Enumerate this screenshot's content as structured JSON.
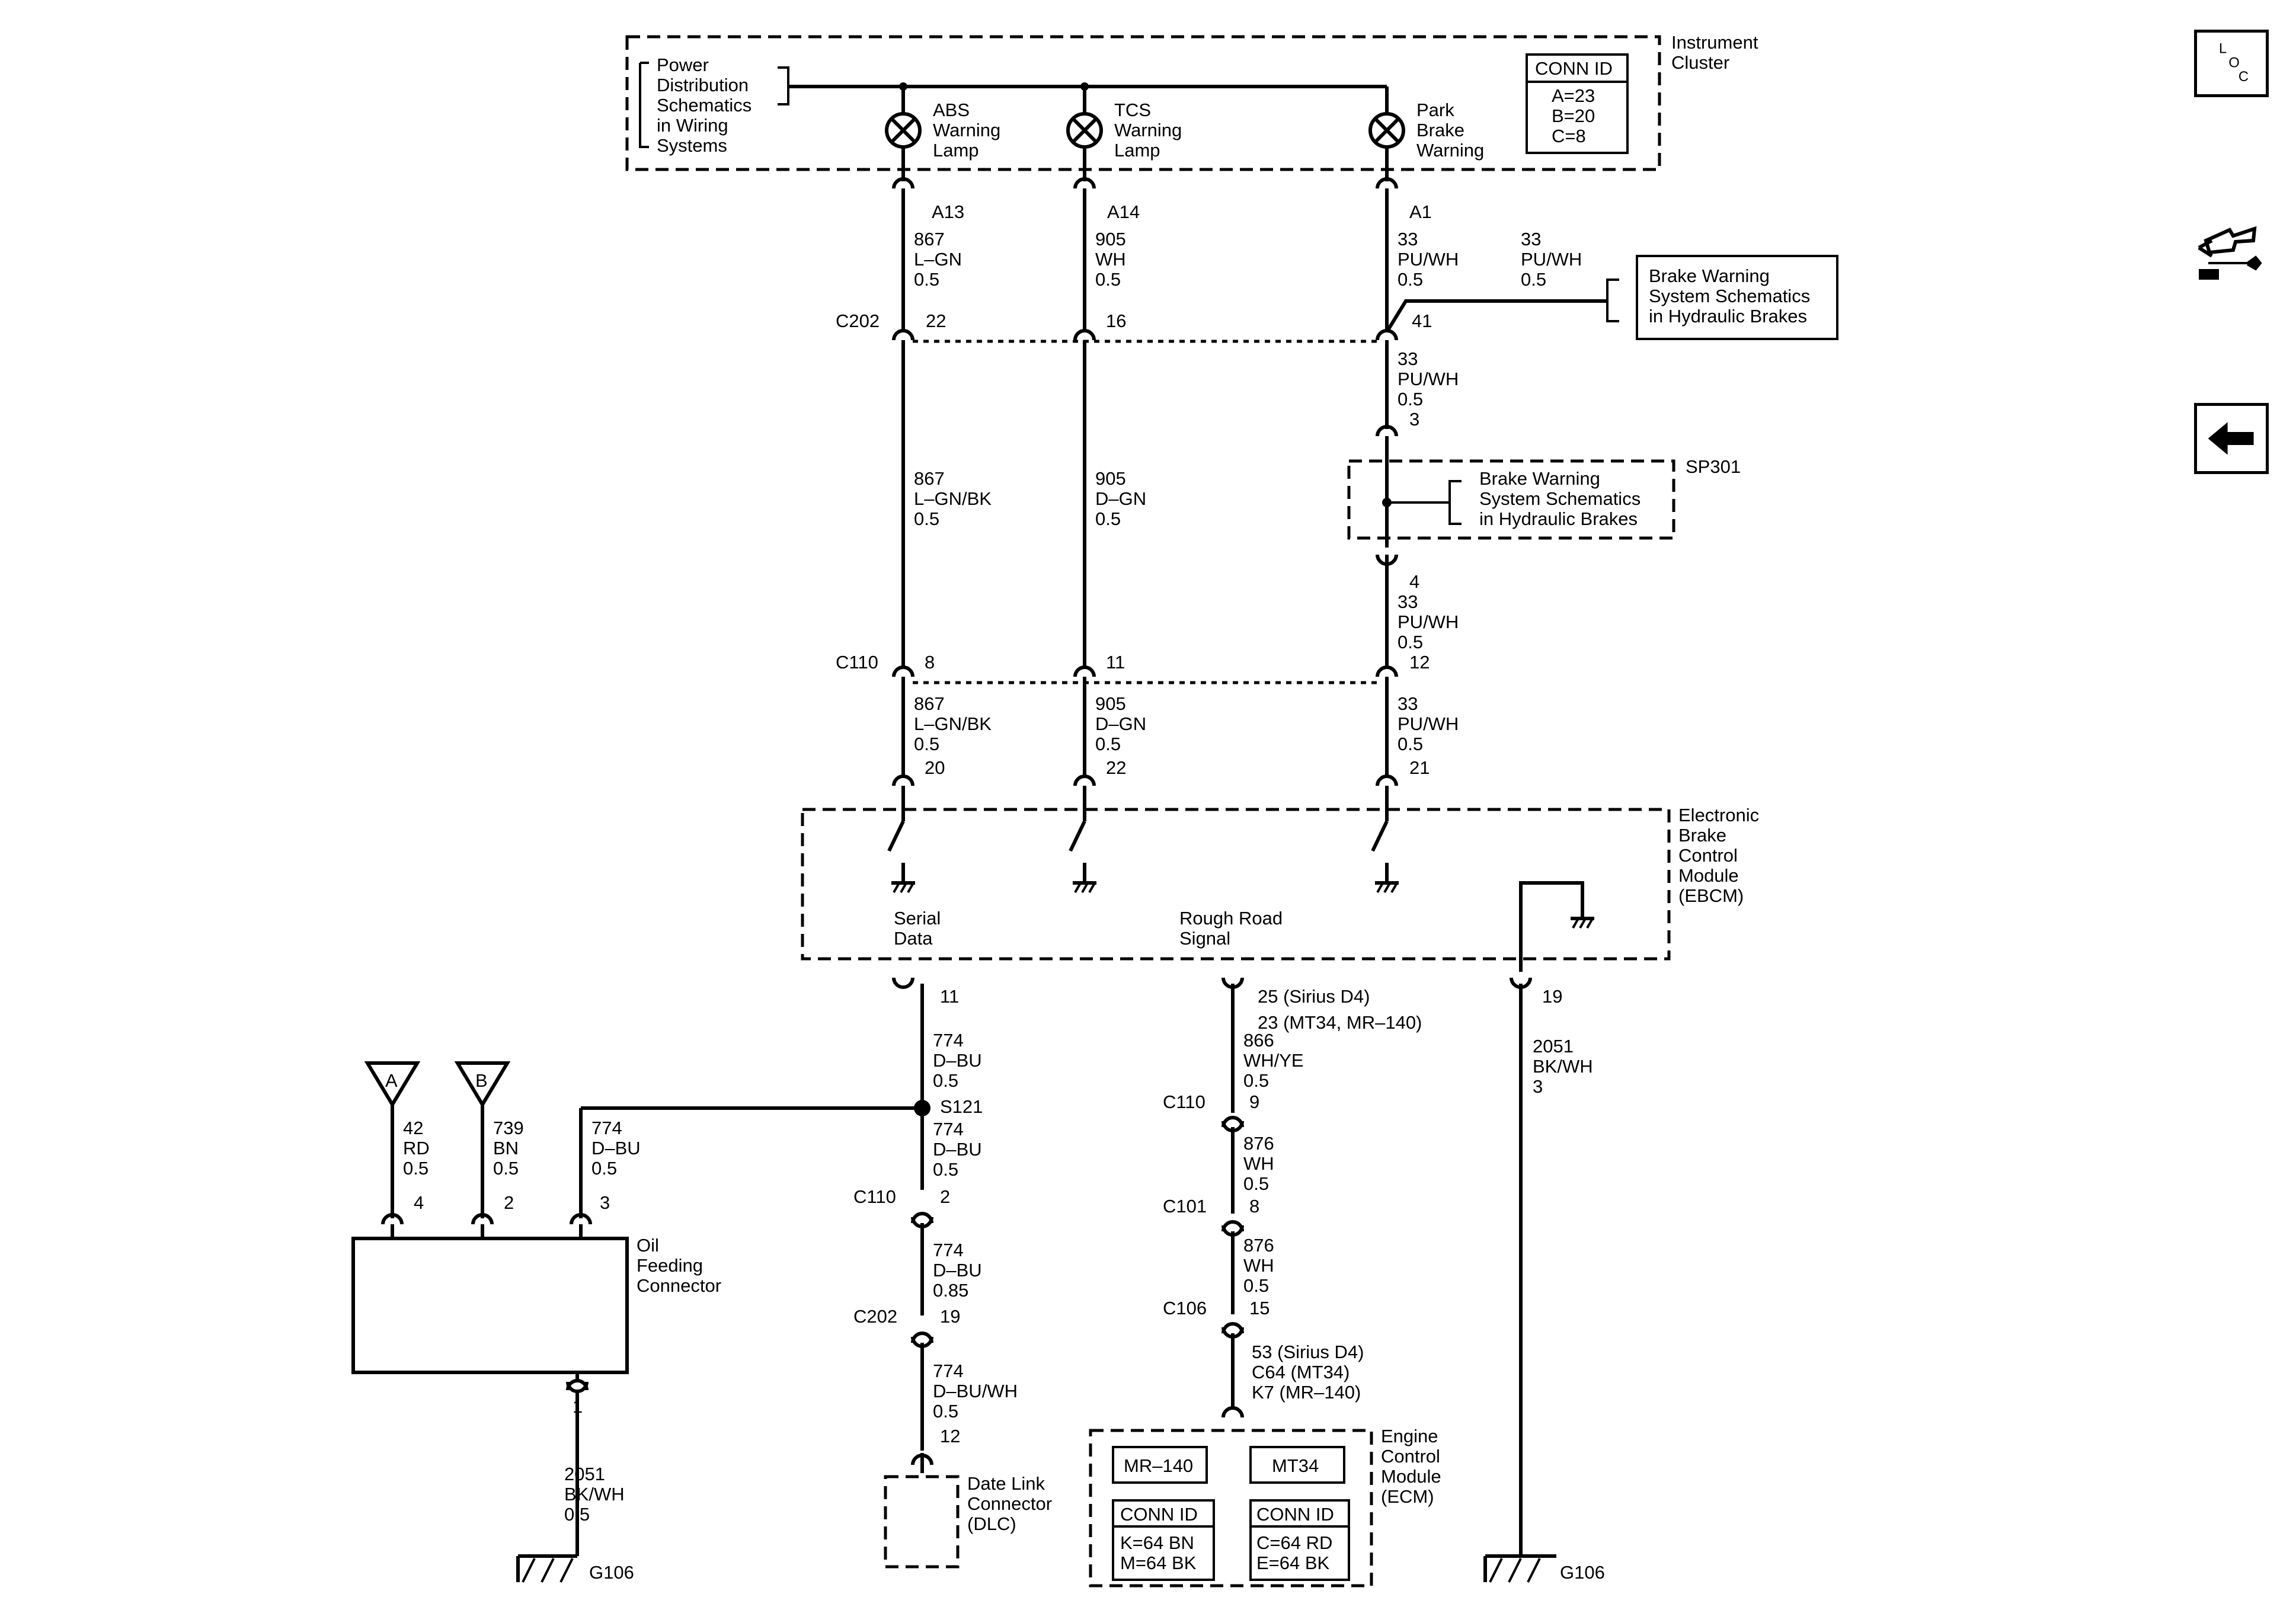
{
  "modules": {
    "instrument_cluster": "Instrument Cluster",
    "ebcm": "Electronic Brake Control Module (EBCM)",
    "ecm": "Engine Control Module (ECM)",
    "oil_feeding": "Oil Feeding Connector",
    "dlc": "Date Link Connector (DLC)",
    "sp301": "SP301"
  },
  "cluster": {
    "power_ref": "Power Distribution Schematics in Wiring Systems",
    "conn_id_title": "CONN ID",
    "conn_id_values": [
      "A=23",
      "B=20",
      "C=8"
    ],
    "lamps": [
      "ABS Warning Lamp",
      "TCS Warning Lamp",
      "Park Brake Warning"
    ]
  },
  "references": {
    "brake_warning_1": "Brake Warning System Schematics in Hydraulic Brakes",
    "brake_warning_2": "Brake Warning System Schematics in Hydraulic Brakes"
  },
  "connectors": [
    "C202",
    "C110",
    "C101",
    "C106",
    "S121",
    "G106"
  ],
  "circuits": {
    "abs_top": {
      "pin": "A13",
      "wire": [
        "867",
        "L–GN",
        "0.5"
      ]
    },
    "tcs_top": {
      "pin": "A14",
      "wire": [
        "905",
        "WH",
        "0.5"
      ]
    },
    "park_top": {
      "pin": "A1",
      "wire": [
        "33",
        "PU/WH",
        "0.5"
      ]
    },
    "park_branch": [
      "33",
      "PU/WH",
      "0.5"
    ],
    "c202_pins": [
      "22",
      "16",
      "41"
    ],
    "abs_mid": [
      "867",
      "L–GN/BK",
      "0.5"
    ],
    "tcs_mid": [
      "905",
      "D–GN",
      "0.5"
    ],
    "park_mid1": [
      "33",
      "PU/WH",
      "0.5"
    ],
    "sp301_pins": [
      "3",
      "4"
    ],
    "park_mid2": [
      "33",
      "PU/WH",
      "0.5"
    ],
    "c110_pins": [
      "8",
      "11",
      "12"
    ],
    "abs_low": [
      "867",
      "L–GN/BK",
      "0.5"
    ],
    "tcs_low": [
      "905",
      "D–GN",
      "0.5"
    ],
    "park_low": [
      "33",
      "PU/WH",
      "0.5"
    ],
    "ebcm_pins_top": [
      "20",
      "22",
      "21"
    ],
    "ebcm_labels": [
      "Serial Data",
      "Rough Road Signal"
    ],
    "ebcm_pins_bottom": [
      "11",
      "19"
    ],
    "rough_pin_a": "25 (Sirius D4)",
    "rough_pin_b": "23 (MT34, MR–140)",
    "serial_1": [
      "774",
      "D–BU",
      "0.5"
    ],
    "serial_2": [
      "774",
      "D–BU",
      "0.5"
    ],
    "serial_3": [
      "774",
      "D–BU",
      "0.85"
    ],
    "serial_4": [
      "774",
      "D–BU/WH",
      "0.5"
    ],
    "serial_pins": [
      "2",
      "19",
      "12"
    ],
    "branch_774": [
      "774",
      "D–BU",
      "0.5"
    ],
    "rough_1": [
      "866",
      "WH/YE",
      "0.5"
    ],
    "rough_pins": [
      "9",
      "8",
      "15"
    ],
    "rough_2": [
      "876",
      "WH",
      "0.5"
    ],
    "rough_3": [
      "876",
      "WH",
      "0.5"
    ],
    "ecm_pins": [
      "53 (Sirius D4)",
      "C64 (MT34)",
      "K7 (MR–140)"
    ],
    "ground_ebcm": [
      "2051",
      "BK/WH",
      "3"
    ],
    "ground_oil": [
      "2051",
      "BK/WH",
      "0.5"
    ],
    "oil_pins": [
      "4",
      "2",
      "3",
      "1"
    ],
    "feed_a": [
      "42",
      "RD",
      "0.5"
    ],
    "feed_b": [
      "739",
      "BN",
      "0.5"
    ],
    "feed_labels": [
      "A",
      "B"
    ]
  },
  "ecm_boxes": {
    "variant_1": "MR–140",
    "variant_2": "MT34",
    "conn_id_title": "CONN ID",
    "conn_left": [
      "K=64 BN",
      "M=64 BK"
    ],
    "conn_right": [
      "C=64 RD",
      "E=64 BK"
    ]
  },
  "nav": {
    "loc_letters": [
      "L",
      "O",
      "C"
    ],
    "connector_icon": "connector-end-view-icon",
    "back_icon": "back-arrow-icon"
  }
}
